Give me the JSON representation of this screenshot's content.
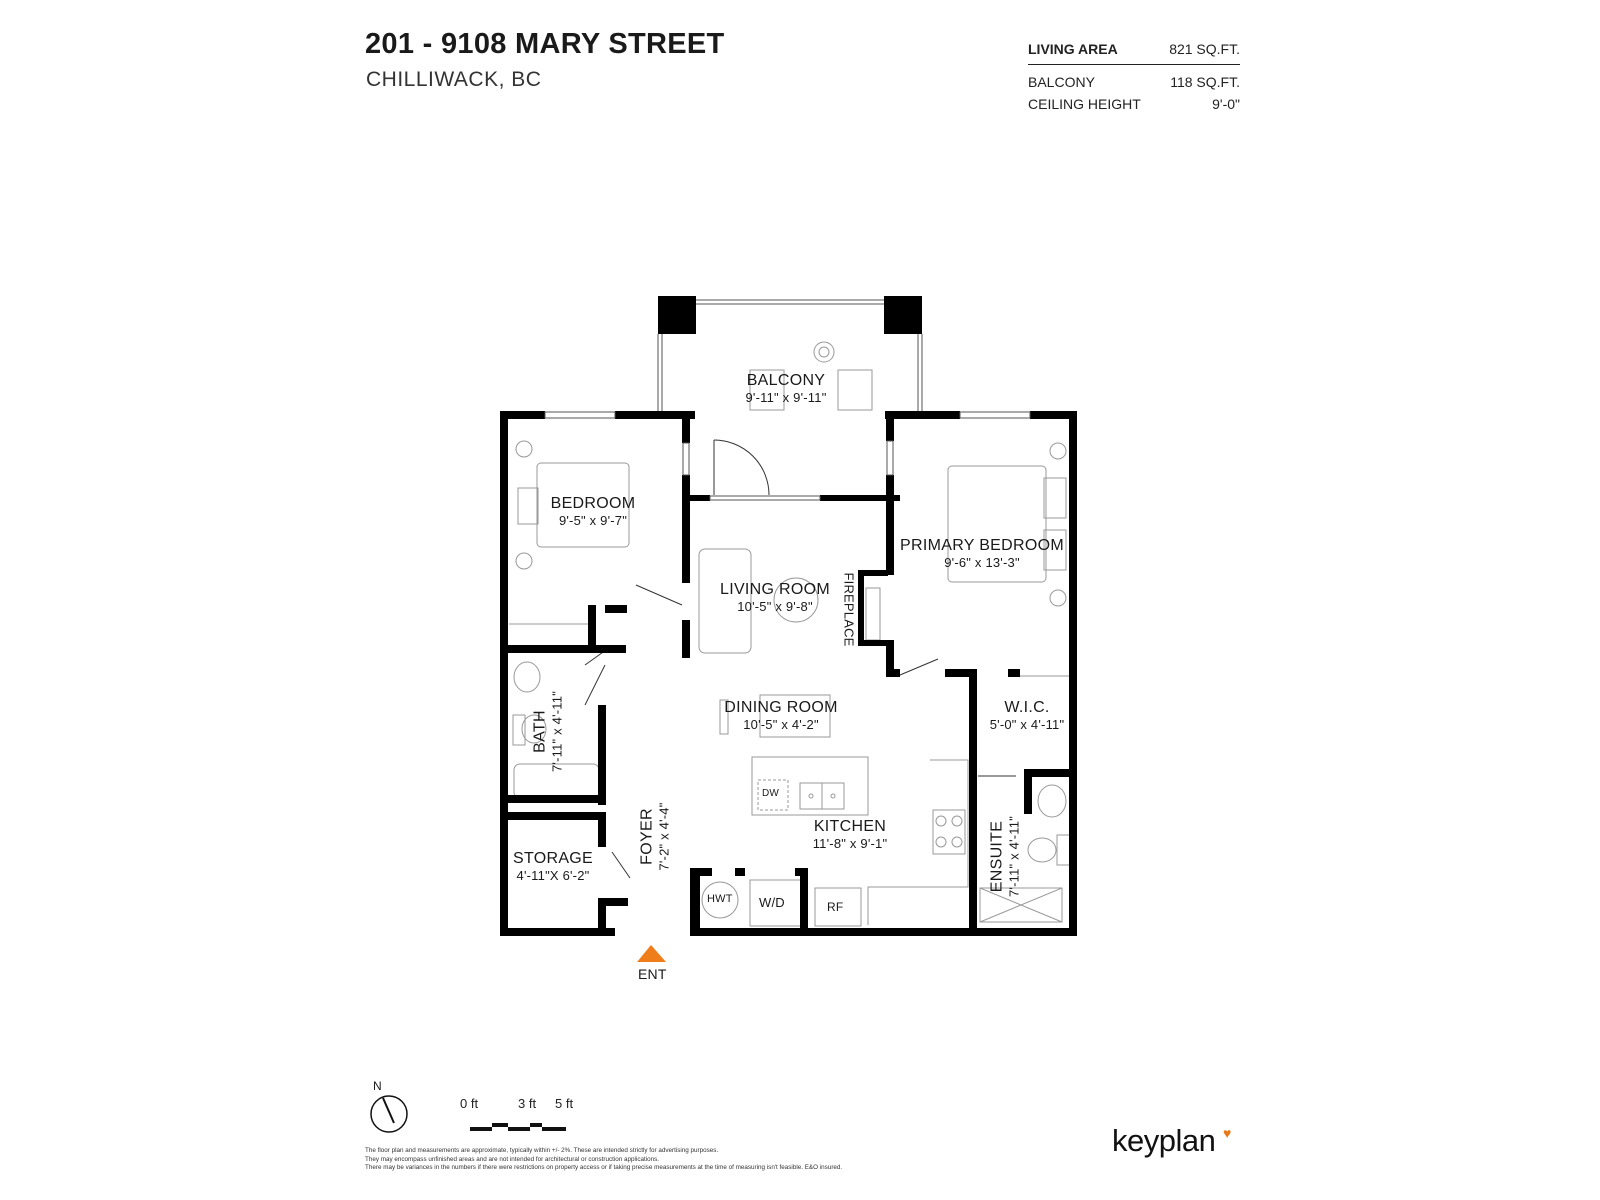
{
  "header": {
    "title": "201 - 9108 MARY STREET",
    "subtitle": "CHILLIWACK, BC"
  },
  "areas": [
    {
      "label": "LIVING AREA",
      "value": "821 SQ.FT."
    },
    {
      "label": "BALCONY",
      "value": "118 SQ.FT."
    },
    {
      "label": "CEILING HEIGHT",
      "value": "9'-0\""
    }
  ],
  "rooms": {
    "balcony": {
      "name": "BALCONY",
      "dims": "9'-11\"  x  9'-11\""
    },
    "bedroom": {
      "name": "BEDROOM",
      "dims": "9'-5\"  x  9'-7\""
    },
    "living": {
      "name": "LIVING ROOM",
      "dims": "10'-5\"  x  9'-8\""
    },
    "primary": {
      "name": "PRIMARY BEDROOM",
      "dims": "9'-6\"  x  13'-3\""
    },
    "fireplace": {
      "name": "FIREPLACE"
    },
    "bath": {
      "name": "BATH",
      "dims": "7'-11\"  x  4'-11\""
    },
    "dining": {
      "name": "DINING ROOM",
      "dims": "10'-5\"  x  4'-2\""
    },
    "wic": {
      "name": "W.I.C.",
      "dims": "5'-0\" x 4'-11\""
    },
    "foyer": {
      "name": "FOYER",
      "dims": "7'-2\"  x  4'-4\""
    },
    "kitchen": {
      "name": "KITCHEN",
      "dims": "11'-8\"  x  9'-1\""
    },
    "ensuite": {
      "name": "ENSUITE",
      "dims": "7'-11\"  x  4'-11\""
    },
    "storage": {
      "name": "STORAGE",
      "dims": "4'-11\"X 6'-2\""
    }
  },
  "fixtures": {
    "dw": "DW",
    "hwt": "HWT",
    "wd": "W/D",
    "rf": "RF"
  },
  "entrance": {
    "label": "ENT",
    "color": "#ef7d1a"
  },
  "north": {
    "label": "N"
  },
  "scale": {
    "labels": [
      "0 ft",
      "3 ft",
      "5 ft"
    ]
  },
  "footer": {
    "notes": [
      "The floor plan and measurements are approximate, typically within +/- 2%. These are intended strictly for advertising purposes.",
      "They may encompass unfinished areas and are not intended for architectural or construction applications.",
      "There may be variances in the numbers if there were restrictions on property access or if taking precise measurements at the time of measuring isn't feasible. E&O insured."
    ],
    "brand": "keyplan",
    "brand_color": "#e8781a"
  },
  "colors": {
    "wall": "#000000",
    "fixture_stroke": "#999999"
  }
}
